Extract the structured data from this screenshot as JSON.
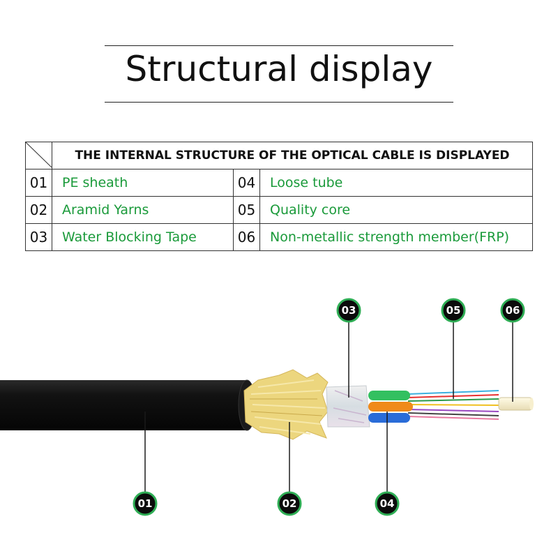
{
  "title": "Structural display",
  "table": {
    "header": "THE INTERNAL STRUCTURE OF THE OPTICAL CABLE IS DISPLAYED",
    "rows": [
      {
        "left_num": "01",
        "left_label": "PE sheath",
        "right_num": "04",
        "right_label": "Loose tube"
      },
      {
        "left_num": "02",
        "left_label": "Aramid Yarns",
        "right_num": "05",
        "right_label": "Quality core"
      },
      {
        "left_num": "03",
        "left_label": "Water Blocking Tape",
        "right_num": "06",
        "right_label": "Non-metallic strength member(FRP)"
      }
    ]
  },
  "callouts": [
    "01",
    "02",
    "03",
    "04",
    "05",
    "06"
  ],
  "colors": {
    "label_green": "#1a9a3a",
    "badge_fill": "#0b0b0b",
    "badge_ring": "#2fae55",
    "sheath": "#141414",
    "aramid": "#e8d27a",
    "tape": "#dfe3e6"
  }
}
